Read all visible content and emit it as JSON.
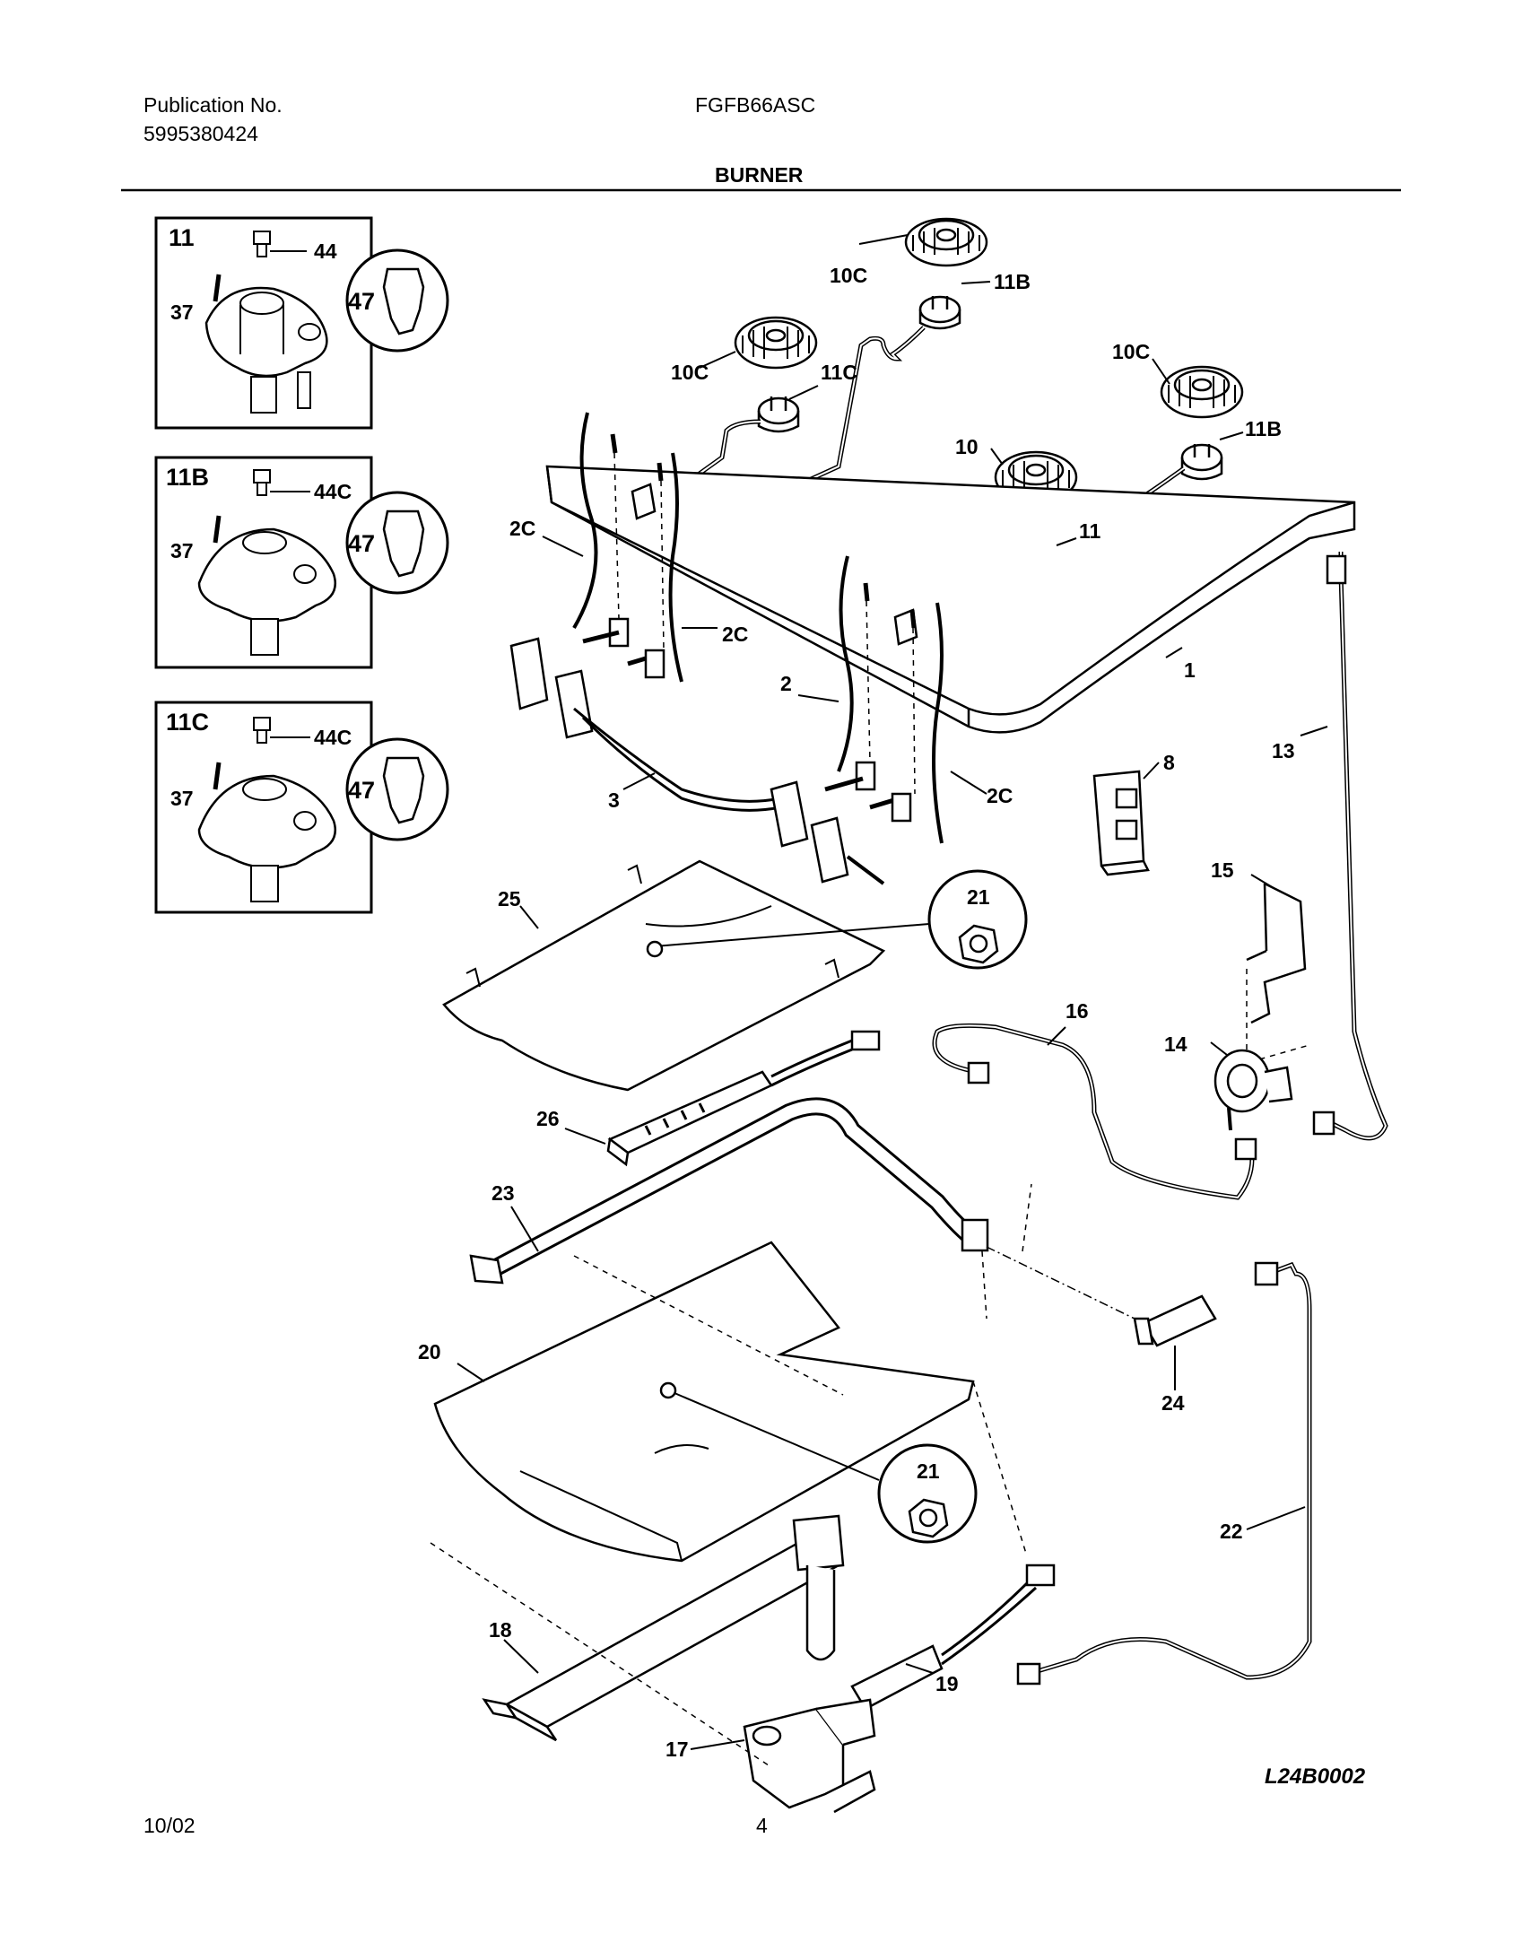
{
  "header": {
    "publication_label": "Publication No.",
    "publication_number": "5995380424",
    "model": "FGFB66ASC",
    "section_title": "BURNER"
  },
  "footer": {
    "date": "10/02",
    "page_number": "4"
  },
  "drawing_code": "L24B0002",
  "insets": [
    {
      "title": "11",
      "labels": [
        "44",
        "37",
        "47"
      ]
    },
    {
      "title": "11B",
      "labels": [
        "44C",
        "37",
        "47"
      ]
    },
    {
      "title": "11C",
      "labels": [
        "44C",
        "37",
        "47"
      ]
    }
  ],
  "part_labels": {
    "p10c_a": "10C",
    "p11b_a": "11B",
    "p10c_b": "10C",
    "p11c": "11C",
    "p10c_c": "10C",
    "p11b_b": "11B",
    "p10": "10",
    "p11": "11",
    "p2c_a": "2C",
    "p2c_b": "2C",
    "p2c_c": "2C",
    "p2": "2",
    "p1": "1",
    "p3": "3",
    "p8": "8",
    "p13": "13",
    "p15": "15",
    "p25": "25",
    "p21_a": "21",
    "p16": "16",
    "p14": "14",
    "p26": "26",
    "p23": "23",
    "p24": "24",
    "p20": "20",
    "p21_b": "21",
    "p22": "22",
    "p18": "18",
    "p19": "19",
    "p17": "17"
  }
}
